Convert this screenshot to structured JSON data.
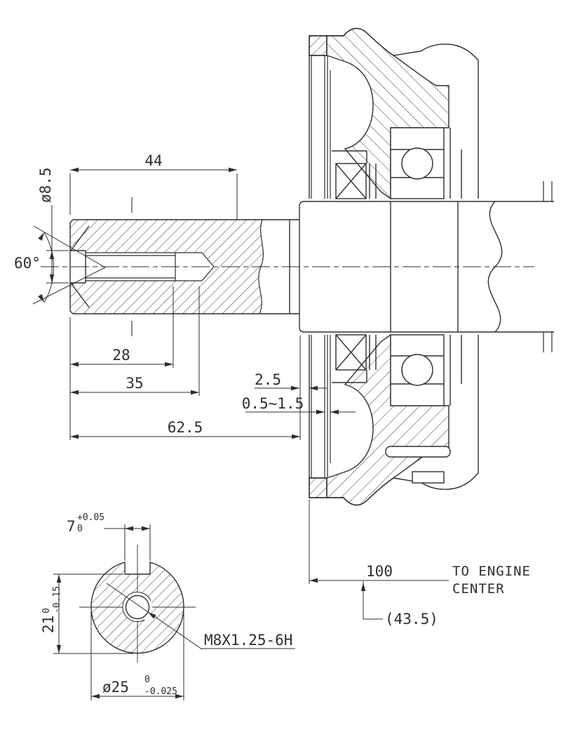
{
  "drawing": {
    "side": {
      "d44": "44",
      "d8_5": "ø8.5",
      "a60": "60°",
      "d28": "28",
      "d35": "35",
      "d2_5": "2.5",
      "d05_15": "0.5~1.5",
      "d62_5": "62.5"
    },
    "ref": {
      "d100": "100",
      "note1": "TO  ENGINE",
      "note2": "CENTER",
      "d43_5": "(43.5)"
    },
    "end": {
      "d7": "7",
      "d7hi": "+0.05",
      "d7lo": "0",
      "d21": "21",
      "d21hi": "0",
      "d21lo": "-0.15",
      "d25": "ø25",
      "d25hi": "0",
      "d25lo": "-0.025",
      "thread": "M8X1.25-6H"
    },
    "colors": {
      "line": "#2e2e2e",
      "bg": "#ffffff"
    }
  }
}
